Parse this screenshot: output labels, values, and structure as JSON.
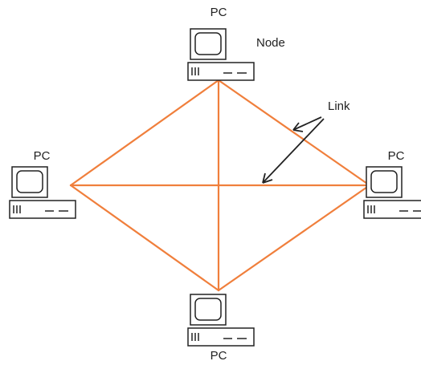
{
  "diagram": {
    "colors": {
      "link": "#f07f3c",
      "stroke": "#222222"
    },
    "nodes": [
      {
        "id": "top",
        "label": "PC",
        "icon": "computer-icon"
      },
      {
        "id": "left",
        "label": "PC",
        "icon": "computer-icon"
      },
      {
        "id": "right",
        "label": "PC",
        "icon": "computer-icon"
      },
      {
        "id": "bottom",
        "label": "PC",
        "icon": "computer-icon"
      }
    ],
    "node_callout": "Node",
    "link_callout": "Link",
    "links": [
      {
        "from": "top",
        "to": "left"
      },
      {
        "from": "top",
        "to": "right"
      },
      {
        "from": "top",
        "to": "bottom"
      },
      {
        "from": "left",
        "to": "right"
      },
      {
        "from": "left",
        "to": "bottom"
      },
      {
        "from": "right",
        "to": "bottom"
      }
    ]
  }
}
